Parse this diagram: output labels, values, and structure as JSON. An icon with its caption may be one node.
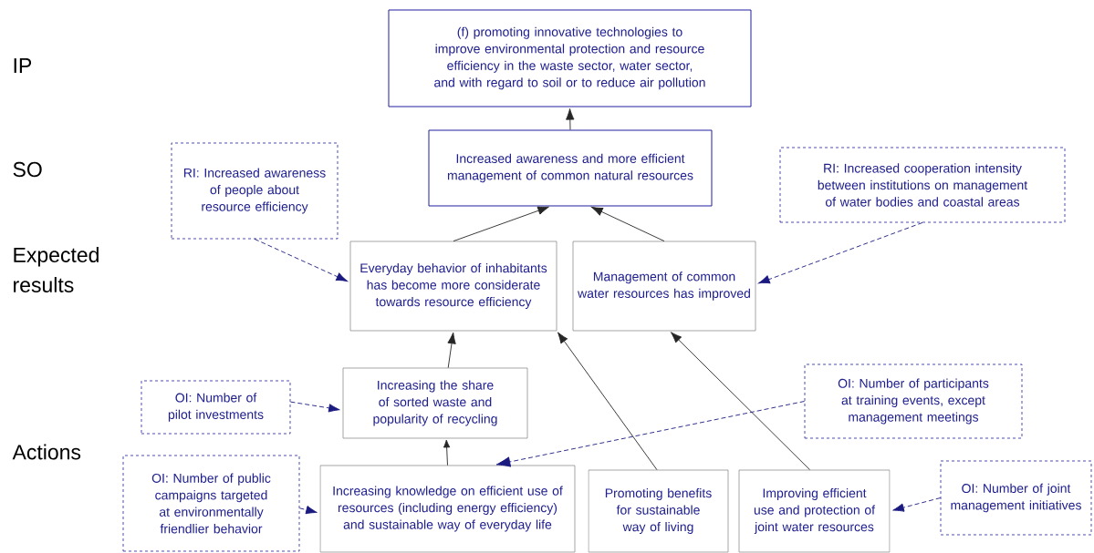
{
  "diagram": {
    "nodes": [
      {
        "text": [
          "(f) promoting innovative technologies to improve environmental protection and resource efficiency in the waste sector, water sector, and with regard to soil or to reduce air pollution"
        ]
      },
      {
        "text": [
          "Increased awareness and more efficient management  of common natural resources"
        ]
      },
      {
        "text": [
          "RI: Increased awareness of people about resource efficiency"
        ]
      },
      {
        "text": [
          "RI: Increased cooperation intensity between  institutions on management of water bodies and coastal areas"
        ]
      },
      {
        "text": [
          "Everyday behavior of inhabitants has become more considerate towards resource efficiency"
        ]
      },
      {
        "text": [
          "Management of common water resources has improved"
        ]
      },
      {
        "text": [
          "OI: Number of pilot investments"
        ]
      },
      {
        "text": [
          "Increasing the share of sorted waste and popularity of recycling"
        ]
      },
      {
        "text": [
          "OI: Number of participants at training events, except management meetings"
        ]
      },
      {
        "text": [
          "OI: Number of public campaigns targeted at environmentally friendlier behavior"
        ]
      },
      {
        "text": [
          "Increasing knowledge on efficient use of resources (including energy efficiency) and sustainable way of everyday life"
        ]
      },
      {
        "text": [
          "Promoting benefits for sustainable way of living"
        ]
      },
      {
        "text": [
          "Improving efficient use and protection of joint water resources"
        ]
      },
      {
        "text": [
          "OI: Number of joint management initiatives"
        ]
      }
    ],
    "edges": [
      {
        "from": 1,
        "to": 0,
        "arrow": "to"
      },
      {
        "from": 4,
        "to": 1,
        "arrow": "to"
      },
      {
        "from": 5,
        "to": 1,
        "arrow": "to"
      },
      {
        "from": 7,
        "to": 4,
        "arrow": "to"
      },
      {
        "from": 10,
        "to": 7,
        "arrow": "to"
      },
      {
        "from": 11,
        "to": 4,
        "arrow": "to"
      },
      {
        "from": 12,
        "to": 5,
        "arrow": "to"
      },
      {
        "from": 2,
        "to": 4,
        "arrow": "to",
        "style": "dashed",
        "color": "#1a1a80"
      },
      {
        "from": 3,
        "to": 5,
        "arrow": "to",
        "style": "dashed",
        "color": "#1a1a80"
      },
      {
        "from": 6,
        "to": 7,
        "arrow": "to",
        "style": "dashed",
        "color": "#1a1a80"
      },
      {
        "from": 8,
        "to": 10,
        "arrow": "to",
        "style": "dashed",
        "color": "#1a1a80"
      },
      {
        "from": 9,
        "to": 10,
        "arrow": "to",
        "style": "dashed",
        "color": "#1a1a80"
      },
      {
        "from": 13,
        "to": 12,
        "arrow": "to",
        "style": "dashed",
        "color": "#1a1a80"
      }
    ],
    "labels": [
      "IP",
      "SO",
      "Expected results",
      "Actions"
    ]
  }
}
